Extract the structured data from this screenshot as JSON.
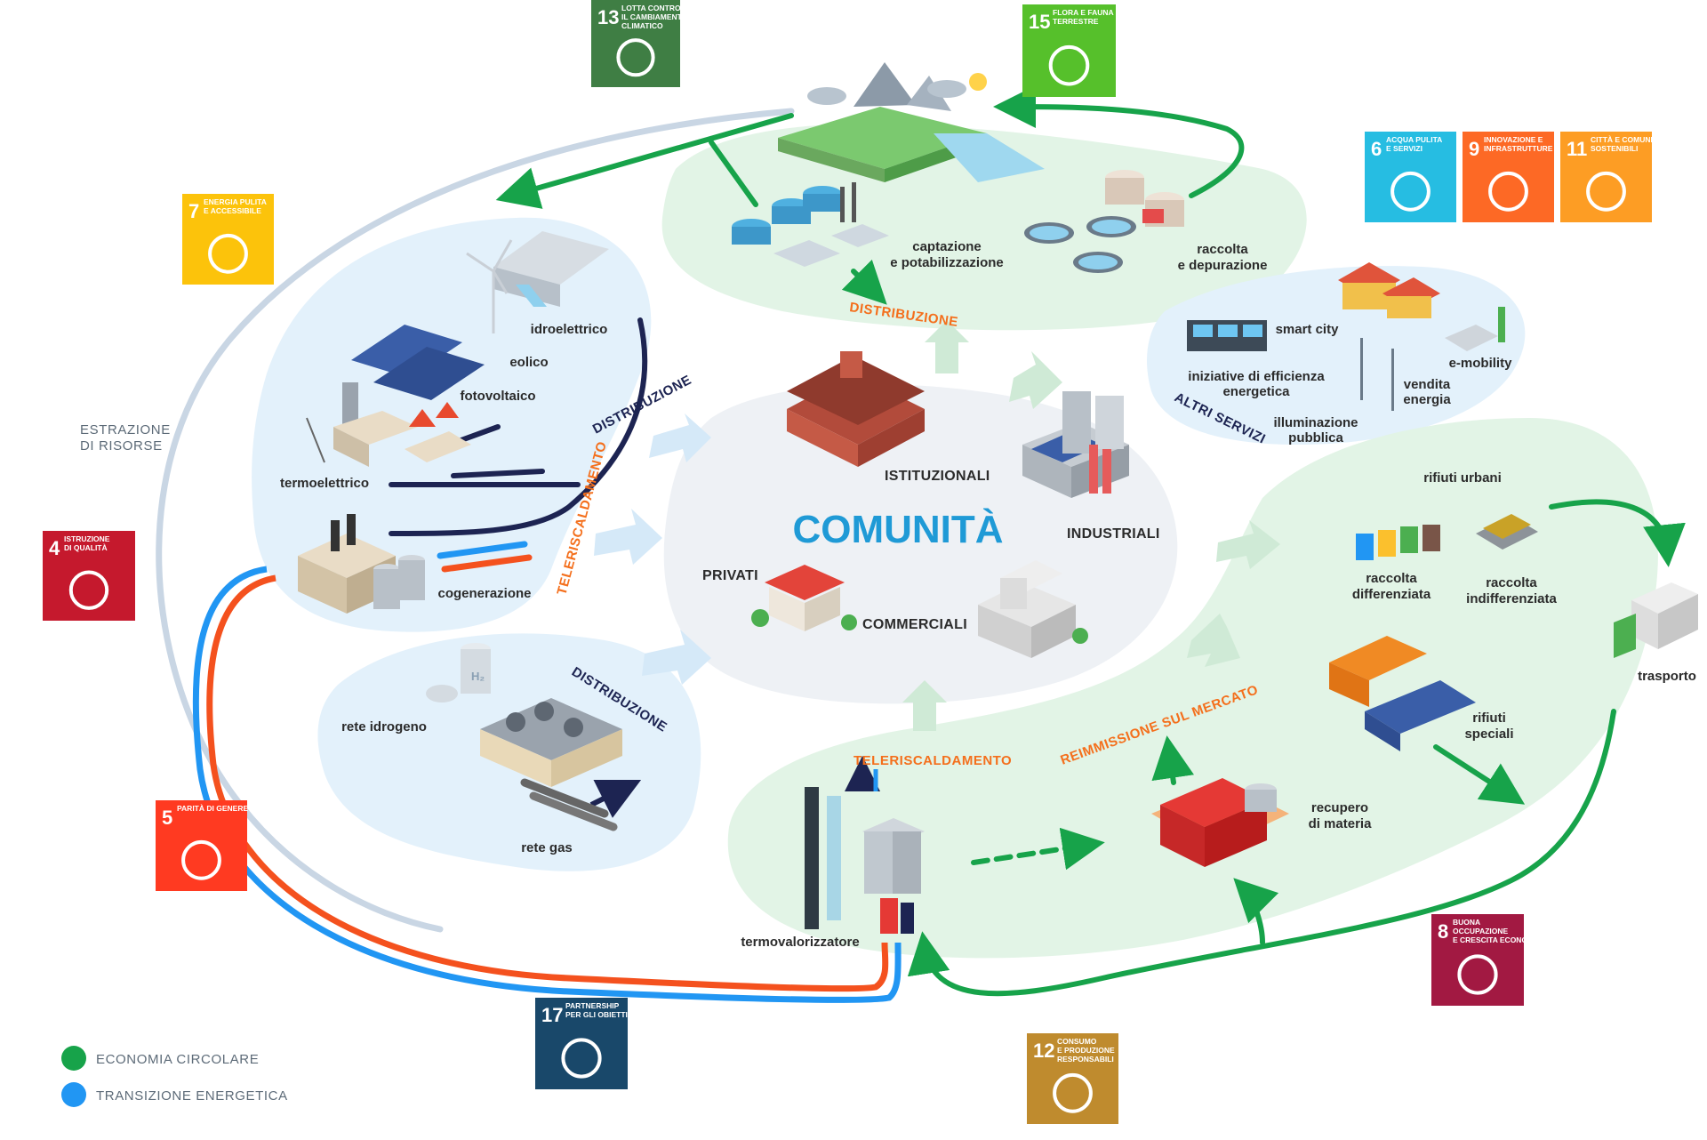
{
  "title": "COMUNITÀ",
  "categories": {
    "istituzionali": "ISTITUZIONALI",
    "industriali": "INDUSTRIALI",
    "privati": "PRIVATI",
    "commerciali": "COMMERCIALI"
  },
  "energy": {
    "idroelettrico": "idroelettrico",
    "eolico": "eolico",
    "fotovoltaico": "fotovoltaico",
    "termoelettrico": "termoelettrico",
    "cogenerazione": "cogenerazione",
    "distribuzione": "DISTRIBUZIONE",
    "teleriscaldamento": "TELERISCALDAMENTO"
  },
  "gas": {
    "rete_idrogeno": "rete idrogeno",
    "rete_gas": "rete gas",
    "distribuzione": "DISTRIBUZIONE",
    "h2": "H₂"
  },
  "water": {
    "captazione_1": "captazione",
    "captazione_2": "e potabilizzazione",
    "raccolta_1": "raccolta",
    "raccolta_2": "e depurazione",
    "distribuzione": "DISTRIBUZIONE"
  },
  "services": {
    "smart_city": "smart city",
    "emobility": "e-mobility",
    "efficienza_1": "iniziative di efficienza",
    "efficienza_2": "energetica",
    "vendita_1": "vendita",
    "vendita_2": "energia",
    "illuminazione_1": "illuminazione",
    "illuminazione_2": "pubblica",
    "altri_servizi": "ALTRI SERVIZI"
  },
  "waste": {
    "rifiuti_urbani": "rifiuti urbani",
    "differenziata_1": "raccolta",
    "differenziata_2": "differenziata",
    "indifferenziata_1": "raccolta",
    "indifferenziata_2": "indifferenziata",
    "trasporto": "trasporto",
    "speciali_1": "rifiuti",
    "speciali_2": "speciali",
    "recupero_1": "recupero",
    "recupero_2": "di materia",
    "reimmissione": "REIMMISSIONE SUL MERCATO",
    "teleriscaldamento": "TELERISCALDAMENTO",
    "termovalorizzatore": "termovalorizzatore"
  },
  "estrazione_1": "ESTRAZIONE",
  "estrazione_2": "DI RISORSE",
  "legend": {
    "economia": "ECONOMIA CIRCOLARE",
    "transizione": "TRANSIZIONE ENERGETICA",
    "color_green": "#17a34a",
    "color_blue": "#2196f3"
  },
  "sdg": {
    "g13": {
      "num": "13",
      "l1": "LOTTA CONTRO",
      "l2": "IL CAMBIAMENTO",
      "l3": "CLIMATICO",
      "color": "#3f7e44"
    },
    "g15": {
      "num": "15",
      "l1": "FLORA E FAUNA",
      "l2": "TERRESTRE",
      "l3": "",
      "color": "#56c02b"
    },
    "g6": {
      "num": "6",
      "l1": "ACQUA PULITA",
      "l2": "E SERVIZI",
      "l3": "",
      "color": "#26bde2"
    },
    "g9": {
      "num": "9",
      "l1": "INNOVAZIONE E",
      "l2": "INFRASTRUTTURE",
      "l3": "",
      "color": "#fd6925"
    },
    "g11": {
      "num": "11",
      "l1": "CITTÀ E COMUNITÀ",
      "l2": "SOSTENIBILI",
      "l3": "",
      "color": "#fd9d24"
    },
    "g7": {
      "num": "7",
      "l1": "ENERGIA PULITA",
      "l2": "E ACCESSIBILE",
      "l3": "",
      "color": "#fcc30b"
    },
    "g4": {
      "num": "4",
      "l1": "ISTRUZIONE",
      "l2": "DI QUALITÀ",
      "l3": "",
      "color": "#c5192d"
    },
    "g5": {
      "num": "5",
      "l1": "PARITÀ DI GENERE",
      "l2": "",
      "l3": "",
      "color": "#ff3a21"
    },
    "g17": {
      "num": "17",
      "l1": "PARTNERSHIP",
      "l2": "PER GLI OBIETTIVI",
      "l3": "",
      "color": "#19486a"
    },
    "g12": {
      "num": "12",
      "l1": "CONSUMO",
      "l2": "E PRODUZIONE",
      "l3": "RESPONSABILI",
      "color": "#bf8b2e"
    },
    "g8": {
      "num": "8",
      "l1": "BUONA",
      "l2": "OCCUPAZIONE",
      "l3": "E CRESCITA ECONOMICA",
      "color": "#a21942"
    }
  }
}
